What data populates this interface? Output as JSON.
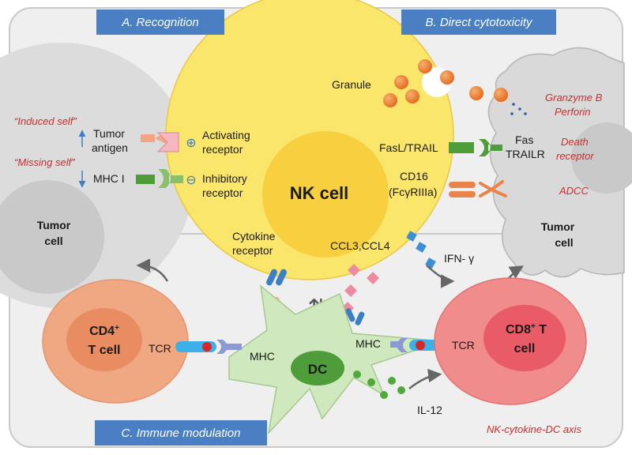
{
  "colors": {
    "nk_fill": "#fae66a",
    "nk_core": "#f7cf3f",
    "dc_fill": "#cfe8bd",
    "dc_core": "#4f9c3a",
    "cd4_fill": "#f0a883",
    "cd8_fill": "#f08c8c",
    "header_fill": "#4a7fc4",
    "red_text": "#d62828",
    "granule": "#ee7f2d"
  },
  "sections": {
    "recognition": "A. Recognition",
    "cytotoxicity": "B. Direct cytotoxicity",
    "modulation": "C. Immune modulation"
  },
  "nk": {
    "title": "NK cell",
    "granule": "Granule",
    "activating_1": "Activating",
    "activating_2": "receptor",
    "inhibitory_1": "Inhibitory",
    "inhibitory_2": "receptor",
    "fasl": "FasL/TRAIL",
    "cd16": "CD16",
    "cd16_sub": "(FcγRIIIa)",
    "cytokine_1": "Cytokine",
    "cytokine_2": "receptor",
    "ccl": "CCL3,CCL4",
    "activating_symbol": "⊕",
    "inhibitory_symbol": "⊖"
  },
  "left_tumor": {
    "induced_self": "“Induced self”",
    "tumor_antigen_1": "Tumor",
    "tumor_antigen_2": "antigen",
    "missing_self": "“Missing self”",
    "mhc": "MHC I",
    "title_1": "Tumor",
    "title_2": "cell"
  },
  "right_tumor": {
    "granzyme": "Granzyme B",
    "perforin": "Perforin",
    "fas": "Fas",
    "trailr": "TRAILR",
    "death_1": "Death",
    "death_2": "receptor",
    "adcc": "ADCC",
    "title_1": "Tumor",
    "title_2": "cell"
  },
  "modulation": {
    "ifn": "IFN- γ",
    "cd4_main": "CD4",
    "cd4_sup": "+",
    "cd4_line2": "T cell",
    "tcr_left": "TCR",
    "mhc_left": "MHC",
    "dc": "DC",
    "mhc_right": "MHC",
    "tcr_right": "TCR",
    "cd8_main": "CD8",
    "cd8_sup": "+",
    "cd8_t": " T",
    "cd8_line2": "cell",
    "il12": "IL-12",
    "axis": "NK-cytokine-DC axis",
    "exchange_arrows": "⇅"
  }
}
